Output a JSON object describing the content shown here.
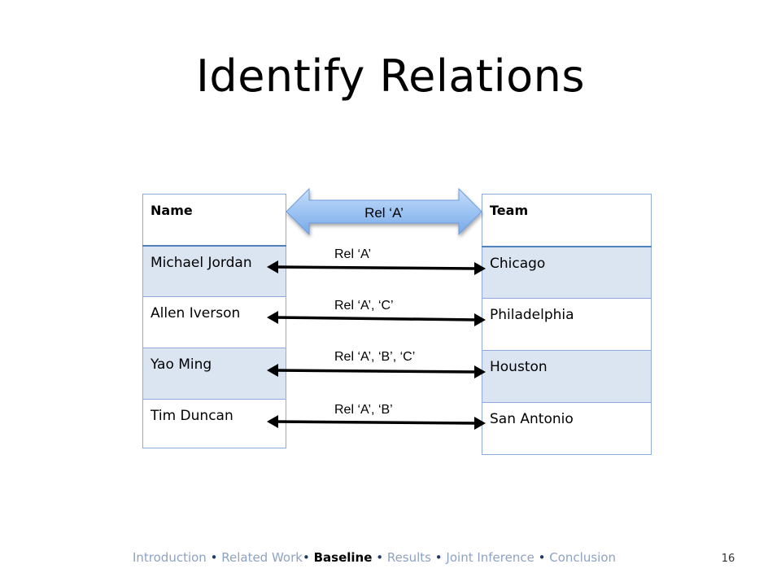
{
  "slide": {
    "title": "Identify Relations",
    "page_number": "16"
  },
  "names_table": {
    "header": "Name",
    "rows": [
      "Michael Jordan",
      "Allen Iverson",
      "Yao Ming",
      "Tim Duncan"
    ]
  },
  "teams_table": {
    "header": "Team",
    "rows": [
      "Chicago",
      "Philadelphia",
      "Houston",
      "San Antonio"
    ]
  },
  "banner_arrow_label": "Rel ‘A’",
  "relations": [
    "Rel ‘A’",
    "Rel ‘A’, ‘C’",
    "Rel ‘A’, ‘B’, ‘C’",
    "Rel ‘A’, ‘B’"
  ],
  "footer_nav": {
    "items": [
      "Introduction",
      "Related Work",
      "Baseline",
      "Results",
      "Joint Inference",
      "Conclusion"
    ],
    "current": "Baseline"
  },
  "colors": {
    "table_border": "#8eaadb",
    "table_shade": "#dbe5f1",
    "banner_fill": "#9cc3f2",
    "footer_inactive": "#8ea2c2"
  }
}
